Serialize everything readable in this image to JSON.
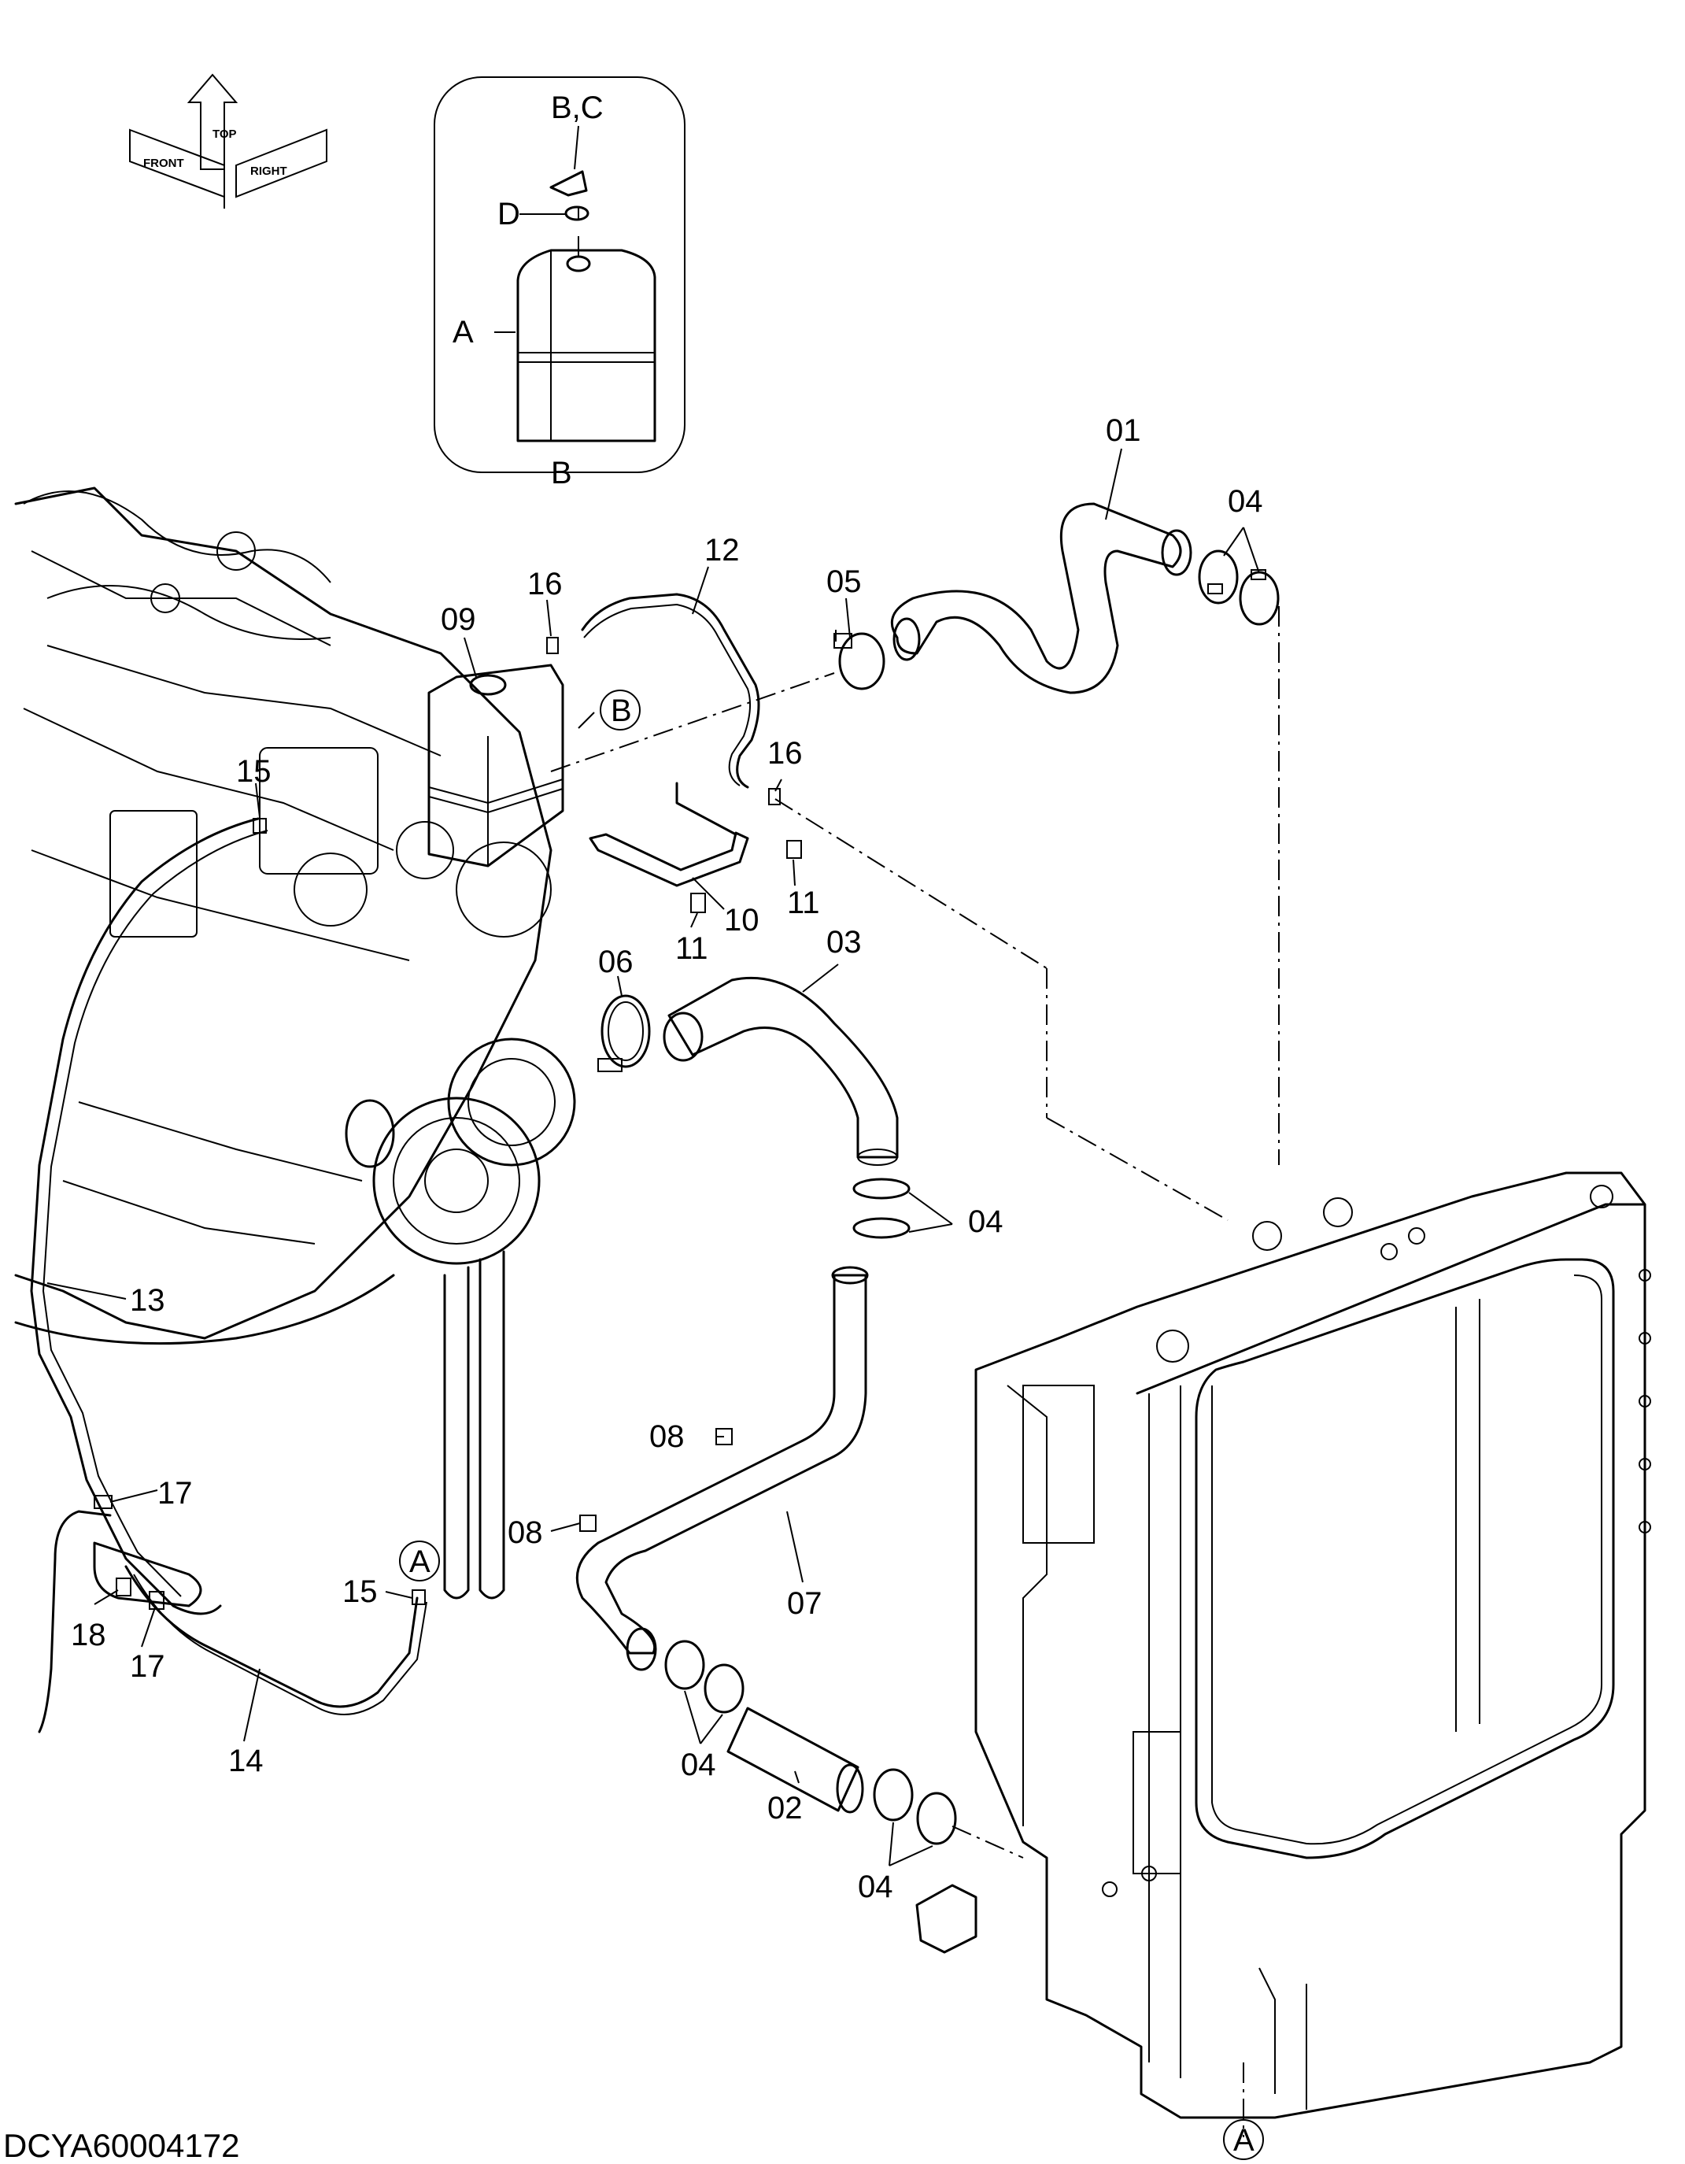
{
  "orientation": {
    "top": "TOP",
    "front": "FRONT",
    "right": "RIGHT"
  },
  "detail_view": {
    "label_bc": "B,C",
    "label_d": "D",
    "label_a": "A",
    "label_b": "B"
  },
  "callouts": {
    "c01": "01",
    "c02": "02",
    "c03": "03",
    "c04a": "04",
    "c04b": "04",
    "c04c": "04",
    "c04d": "04",
    "c05": "05",
    "c06": "06",
    "c07": "07",
    "c08a": "08",
    "c08b": "08",
    "c09": "09",
    "c10": "10",
    "c11a": "11",
    "c11b": "11",
    "c12": "12",
    "c13": "13",
    "c14": "14",
    "c15a": "15",
    "c15b": "15",
    "c16a": "16",
    "c16b": "16",
    "c17a": "17",
    "c17b": "17",
    "c18": "18"
  },
  "refs": {
    "ref_b": "B",
    "ref_a_left": "A",
    "ref_a_bottom": "A"
  },
  "drawing_code": "DCYA60004172"
}
